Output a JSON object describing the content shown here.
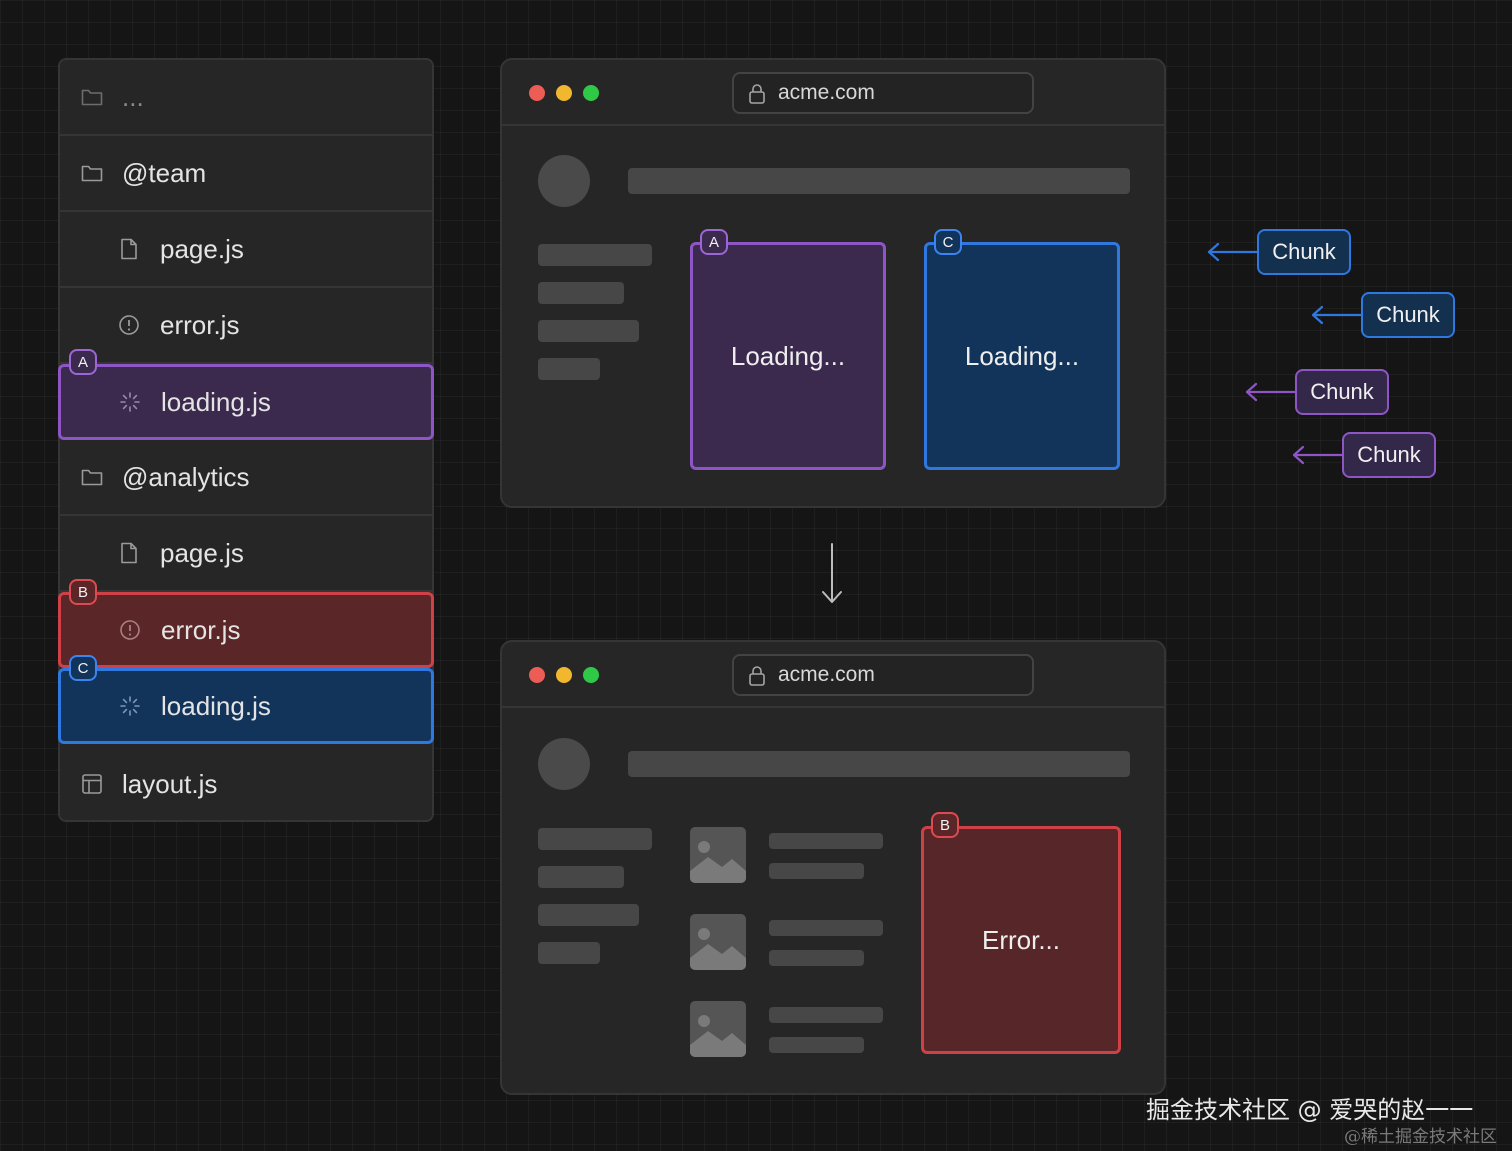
{
  "tree": {
    "rows": [
      {
        "label": "...",
        "icon": "folder-icon"
      },
      {
        "label": "@team",
        "icon": "folder-icon"
      },
      {
        "label": "page.js",
        "icon": "file-icon"
      },
      {
        "label": "error.js",
        "icon": "error-icon"
      },
      {
        "label": "loading.js",
        "icon": "loading-icon",
        "badge": "A"
      },
      {
        "label": "@analytics",
        "icon": "folder-icon"
      },
      {
        "label": "page.js",
        "icon": "file-icon"
      },
      {
        "label": "error.js",
        "icon": "error-icon",
        "badge": "B"
      },
      {
        "label": "loading.js",
        "icon": "loading-icon",
        "badge": "C"
      },
      {
        "label": "layout.js",
        "icon": "layout-icon"
      }
    ]
  },
  "browser_top": {
    "url": "acme.com",
    "slot_a": {
      "badge": "A",
      "text": "Loading..."
    },
    "slot_c": {
      "badge": "C",
      "text": "Loading..."
    }
  },
  "browser_bottom": {
    "url": "acme.com",
    "slot_b": {
      "badge": "B",
      "text": "Error..."
    }
  },
  "chunks": [
    "Chunk",
    "Chunk",
    "Chunk",
    "Chunk"
  ],
  "watermark": {
    "main": "掘金技术社区 @ 爱哭的赵一一",
    "sub": "@稀土掘金技术社区"
  },
  "colors": {
    "purple": "#8d56c4",
    "red": "#cf4147",
    "blue": "#2f78e0",
    "window_bg": "#262626"
  }
}
